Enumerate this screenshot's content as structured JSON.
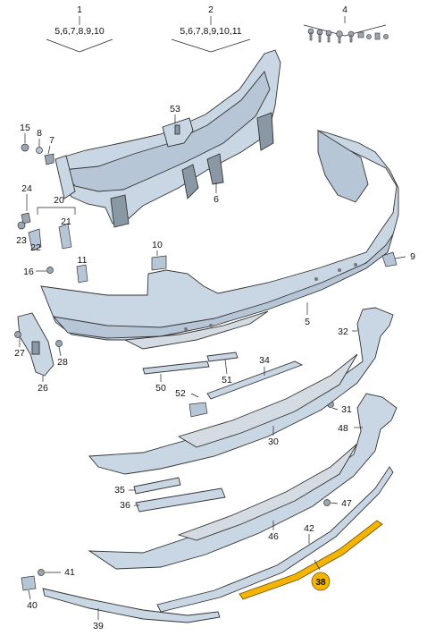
{
  "header_groups": [
    {
      "number": "1",
      "items": "5,6,7,8,9,10"
    },
    {
      "number": "2",
      "items": "5,6,7,8,9,10,11"
    },
    {
      "number": "4",
      "items": ""
    }
  ],
  "callouts": [
    "53",
    "15",
    "8",
    "7",
    "6",
    "24",
    "20",
    "21",
    "23",
    "22",
    "10",
    "11",
    "16",
    "9",
    "5",
    "32",
    "27",
    "28",
    "26",
    "34",
    "50",
    "51",
    "52",
    "31",
    "30",
    "48",
    "35",
    "36",
    "47",
    "46",
    "42",
    "41",
    "40",
    "39",
    "38"
  ],
  "highlight_callout": "38",
  "highlight_color": "#f4b400",
  "part_color": "#c9d6e3"
}
